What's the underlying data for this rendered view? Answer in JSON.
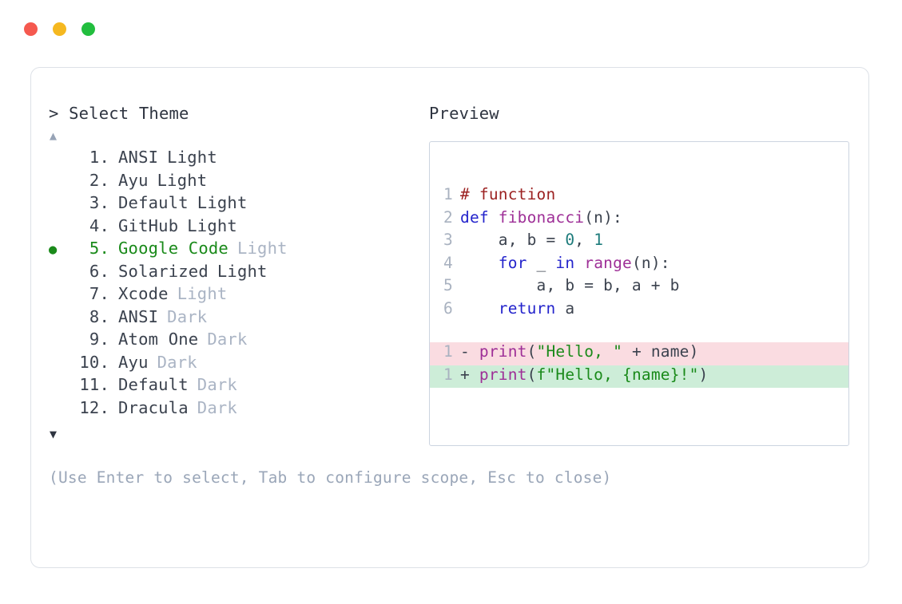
{
  "window": {
    "dots": [
      {
        "name": "close",
        "color": "#f5594f"
      },
      {
        "name": "minimize",
        "color": "#f5b820"
      },
      {
        "name": "maximize",
        "color": "#22be3e"
      }
    ]
  },
  "left": {
    "prompt": "> Select Theme",
    "scroll_up_icon": "▲",
    "scroll_down_icon": "▼",
    "hint": "(Use Enter to select, Tab to configure scope, Esc to close)",
    "selected_index": 5,
    "selected_bullet": "●",
    "items": [
      {
        "num": "1.",
        "name": "ANSI",
        "suffix": "Light",
        "suffix_dim": false,
        "selected": false
      },
      {
        "num": "2.",
        "name": "Ayu",
        "suffix": "Light",
        "suffix_dim": false,
        "selected": false
      },
      {
        "num": "3.",
        "name": "Default",
        "suffix": "Light",
        "suffix_dim": false,
        "selected": false
      },
      {
        "num": "4.",
        "name": "GitHub",
        "suffix": "Light",
        "suffix_dim": false,
        "selected": false
      },
      {
        "num": "5.",
        "name": "Google Code",
        "suffix": "Light",
        "suffix_dim": true,
        "selected": true
      },
      {
        "num": "6.",
        "name": "Solarized",
        "suffix": "Light",
        "suffix_dim": false,
        "selected": false
      },
      {
        "num": "7.",
        "name": "Xcode",
        "suffix": "Light",
        "suffix_dim": true,
        "selected": false
      },
      {
        "num": "8.",
        "name": "ANSI",
        "suffix": "Dark",
        "suffix_dim": true,
        "selected": false
      },
      {
        "num": "9.",
        "name": "Atom One",
        "suffix": "Dark",
        "suffix_dim": true,
        "selected": false
      },
      {
        "num": "10.",
        "name": "Ayu",
        "suffix": "Dark",
        "suffix_dim": true,
        "selected": false
      },
      {
        "num": "11.",
        "name": "Default",
        "suffix": "Dark",
        "suffix_dim": true,
        "selected": false
      },
      {
        "num": "12.",
        "name": "Dracula",
        "suffix": "Dark",
        "suffix_dim": true,
        "selected": false
      }
    ]
  },
  "right": {
    "label": "Preview",
    "code_lines": [
      {
        "ln": "1",
        "tokens": [
          {
            "t": "# function",
            "c": "comment"
          }
        ]
      },
      {
        "ln": "2",
        "tokens": [
          {
            "t": "def ",
            "c": "kw"
          },
          {
            "t": "fibonacci",
            "c": "fn"
          },
          {
            "t": "(n):",
            "c": "plain"
          }
        ]
      },
      {
        "ln": "3",
        "tokens": [
          {
            "t": "    a, b = ",
            "c": "plain"
          },
          {
            "t": "0",
            "c": "num"
          },
          {
            "t": ", ",
            "c": "plain"
          },
          {
            "t": "1",
            "c": "num"
          }
        ]
      },
      {
        "ln": "4",
        "tokens": [
          {
            "t": "    ",
            "c": "plain"
          },
          {
            "t": "for",
            "c": "kw"
          },
          {
            "t": " _ ",
            "c": "plain"
          },
          {
            "t": "in",
            "c": "kw"
          },
          {
            "t": " ",
            "c": "plain"
          },
          {
            "t": "range",
            "c": "call"
          },
          {
            "t": "(n):",
            "c": "plain"
          }
        ]
      },
      {
        "ln": "5",
        "tokens": [
          {
            "t": "        a, b = b, a + b",
            "c": "plain"
          }
        ]
      },
      {
        "ln": "6",
        "tokens": [
          {
            "t": "    ",
            "c": "plain"
          },
          {
            "t": "return",
            "c": "kw"
          },
          {
            "t": " a",
            "c": "plain"
          }
        ]
      }
    ],
    "diff_lines": [
      {
        "ln": "1",
        "marker": "-",
        "kind": "minus",
        "tokens": [
          {
            "t": "print",
            "c": "call"
          },
          {
            "t": "(",
            "c": "plain"
          },
          {
            "t": "\"Hello, \"",
            "c": "str"
          },
          {
            "t": " + name)",
            "c": "plain"
          }
        ]
      },
      {
        "ln": "1",
        "marker": "+",
        "kind": "plus",
        "tokens": [
          {
            "t": "print",
            "c": "call"
          },
          {
            "t": "(",
            "c": "plain"
          },
          {
            "t": "f\"Hello, {name}!\"",
            "c": "str"
          },
          {
            "t": ")",
            "c": "plain"
          }
        ]
      }
    ]
  },
  "colors": {
    "accent_green": "#1a8a1a",
    "dim_text": "#aab4c4",
    "body_text": "#3b424e",
    "diff_add_bg": "#cdedd8",
    "diff_del_bg": "#fadce1",
    "panel_border": "#ccd4e0",
    "card_border": "#dde1e7"
  }
}
